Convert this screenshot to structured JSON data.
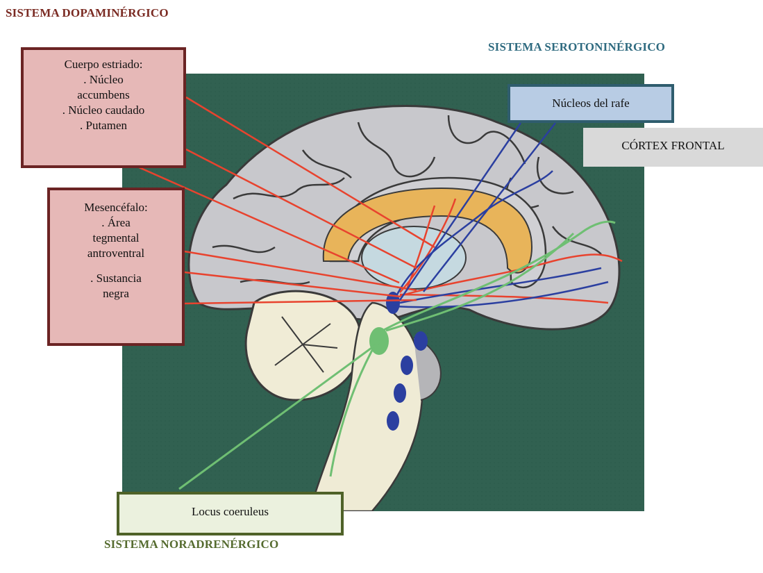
{
  "headings": {
    "dopaminergic": "SISTEMA DOPAMINÉRGICO",
    "serotoninergic": "SISTEMA SEROTONINÉRGICO",
    "noradrenergic": "SISTEMA NORADRENÉRGICO"
  },
  "labels": {
    "striatum": {
      "lines": [
        "Cuerpo estriado:",
        ". Núcleo",
        "accumbens",
        ". Núcleo caudado",
        ". Putamen"
      ]
    },
    "midbrain": {
      "lines": [
        "Mesencéfalo:",
        ". Área",
        "tegmental",
        "antroventral"
      ],
      "lines2": [
        ". Sustancia",
        "negra"
      ]
    },
    "raphe": "Núcleos del rafe",
    "cortex": "CÓRTEX FRONTAL",
    "locus": "Locus coeruleus"
  },
  "colors": {
    "dopamine_pathway": "#e8432e",
    "serotonin_pathway": "#2b3fa0",
    "noradrenaline_pathway": "#6fbf73",
    "background_panel": "#2e5e4e"
  }
}
